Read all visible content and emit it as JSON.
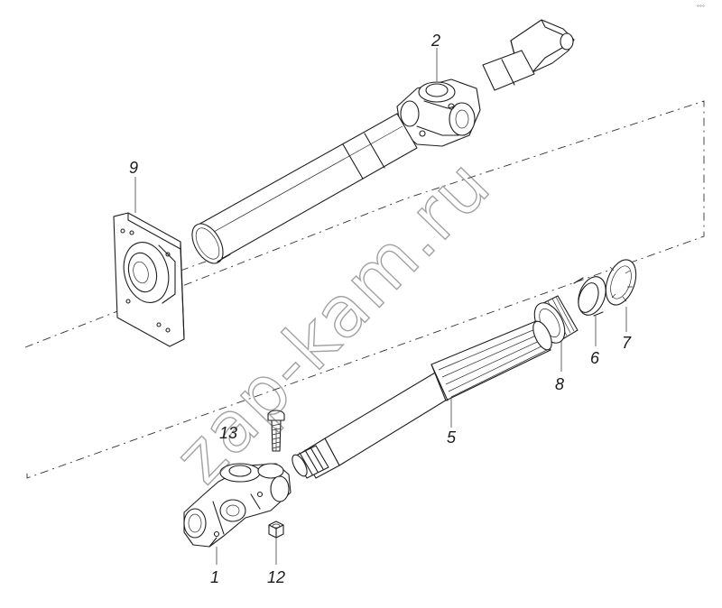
{
  "diagram": {
    "callouts": [
      {
        "id": "part-1",
        "label": "1"
      },
      {
        "id": "part-2",
        "label": "2"
      },
      {
        "id": "part-5",
        "label": "5"
      },
      {
        "id": "part-6",
        "label": "6"
      },
      {
        "id": "part-7",
        "label": "7"
      },
      {
        "id": "part-8",
        "label": "8"
      },
      {
        "id": "part-9",
        "label": "9"
      },
      {
        "id": "part-12",
        "label": "12"
      },
      {
        "id": "part-13",
        "label": "13"
      }
    ],
    "watermark": "zap-kam.ru",
    "corner_mark": "°°°"
  },
  "colors": {
    "line": "#1e1e1e",
    "background": "#ffffff",
    "watermark": "#555555"
  }
}
